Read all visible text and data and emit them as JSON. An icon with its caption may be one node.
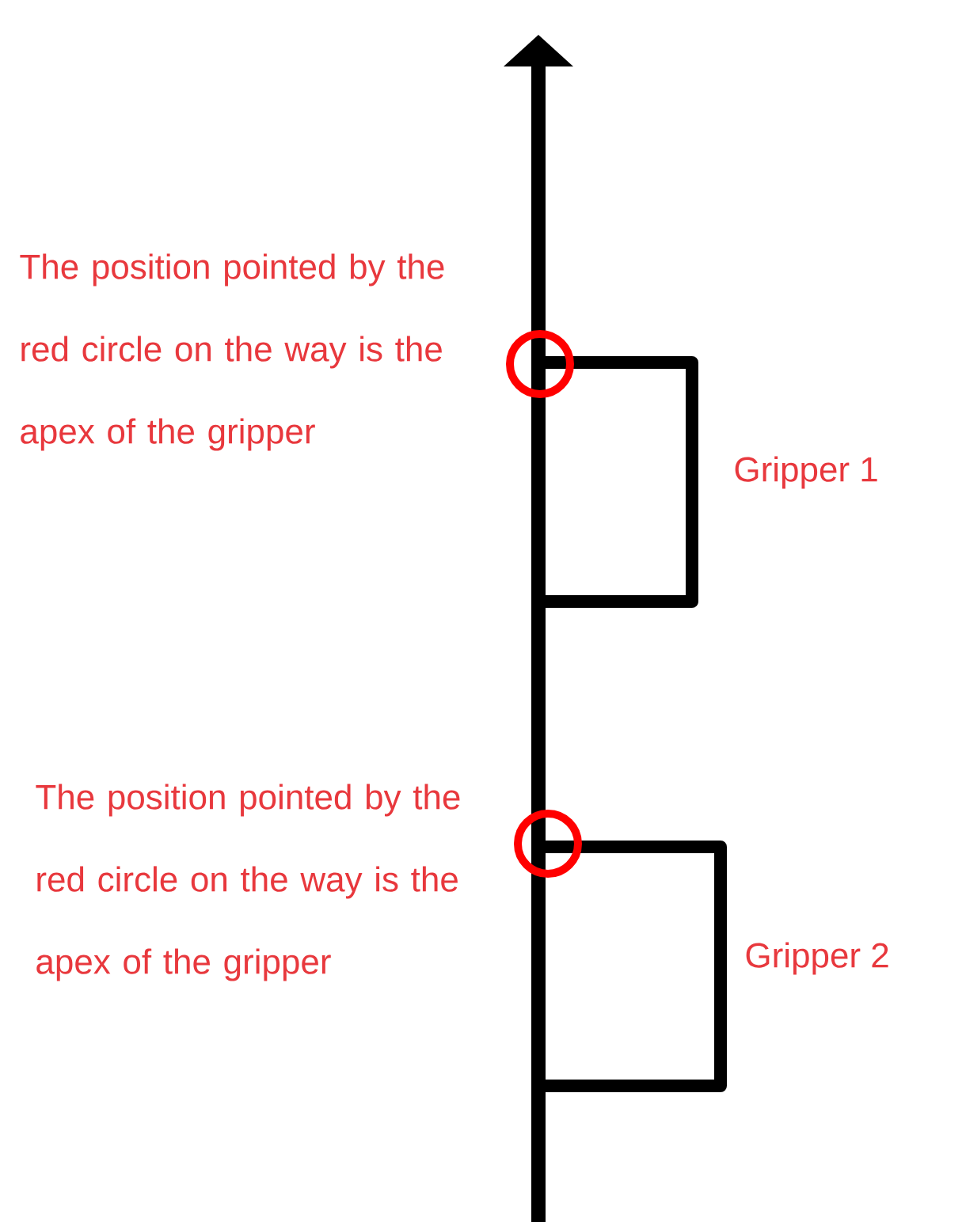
{
  "diagram": {
    "labels": [
      "The position pointed by the red circle on the way is the apex of the gripper",
      "Gripper 1",
      "The position pointed by the red circle on the way is the apex of the gripper",
      "Gripper 2"
    ]
  }
}
